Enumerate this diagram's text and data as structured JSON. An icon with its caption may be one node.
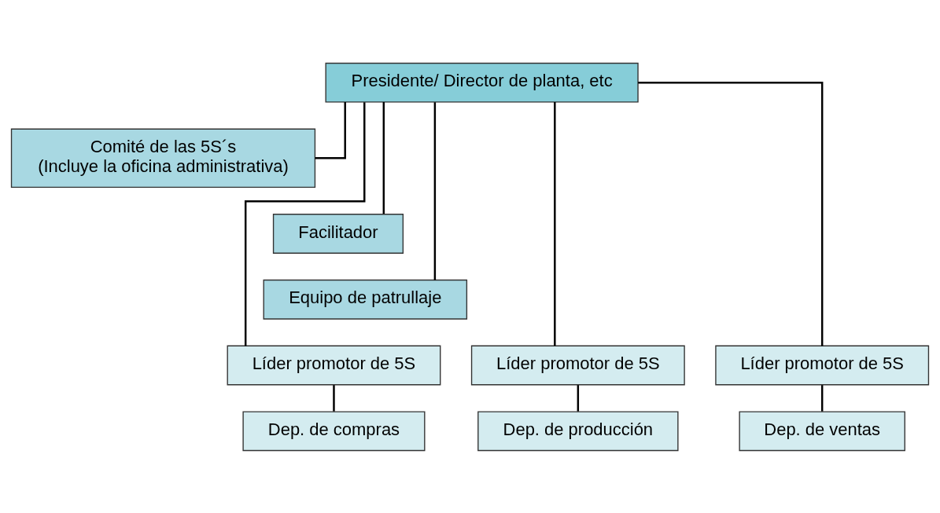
{
  "diagram": {
    "nodes": [
      {
        "text": [
          "Presidente/ Director de planta, etc"
        ]
      },
      {
        "text": [
          "Comité de las 5S´s",
          "(Incluye la oficina administrativa)"
        ]
      },
      {
        "text": [
          "Facilitador"
        ]
      },
      {
        "text": [
          "Equipo de patrullaje"
        ]
      },
      {
        "text": [
          "Líder promotor de 5S"
        ]
      },
      {
        "text": [
          "Líder promotor de 5S"
        ]
      },
      {
        "text": [
          "Líder promotor de 5S"
        ]
      },
      {
        "text": [
          "Dep. de compras"
        ]
      },
      {
        "text": [
          "Dep. de producción"
        ]
      },
      {
        "text": [
          "Dep. de ventas"
        ]
      }
    ],
    "edges": [
      {
        "from": 0,
        "to": 1,
        "arrow": "none"
      },
      {
        "from": 0,
        "to": 2,
        "arrow": "none"
      },
      {
        "from": 0,
        "to": 3,
        "arrow": "none"
      },
      {
        "from": 0,
        "to": 4,
        "arrow": "none"
      },
      {
        "from": 0,
        "to": 5,
        "arrow": "none"
      },
      {
        "from": 0,
        "to": 6,
        "arrow": "none"
      },
      {
        "from": 4,
        "to": 7,
        "arrow": "none"
      },
      {
        "from": 5,
        "to": 8,
        "arrow": "none"
      },
      {
        "from": 6,
        "to": 9,
        "arrow": "none"
      }
    ]
  }
}
